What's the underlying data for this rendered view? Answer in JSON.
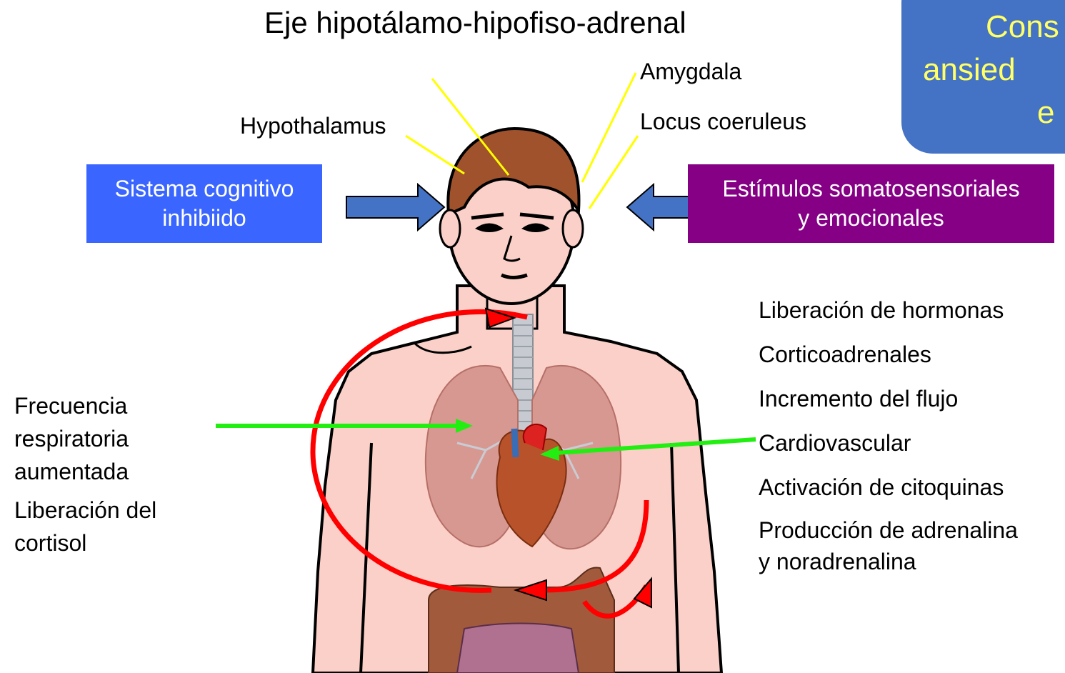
{
  "title": "Eje hipotálamo-hipofiso-adrenal",
  "labels": {
    "amygdala": "Amygdala",
    "locus": "Locus coeruleus",
    "hypothalamus": "Hypothalamus"
  },
  "boxes": {
    "left_line1": "Sistema cognitivo",
    "left_line2": "inhibiido",
    "right_line1": "Estímulos somatosensoriales",
    "right_line2": "y emocionales"
  },
  "callout": {
    "line1": "Cons",
    "line2": "ansied",
    "line3": "e"
  },
  "effects_right": [
    "Liberación de hormonas",
    "Corticoadrenales",
    "Incremento del flujo",
    "Cardiovascular",
    "Activación de citoquinas",
    "Producción de adrenalina",
    "y noradrenalina"
  ],
  "effects_left": {
    "line1": "Frecuencia",
    "line2": "respiratoria",
    "line3": "aumentada",
    "line4": "Liberación del",
    "line5": "cortisol"
  },
  "colors": {
    "left_box": "#3a66ff",
    "right_box": "#850085",
    "callout_bg": "#4472c4",
    "callout_text": "#ffff66",
    "pointer_lines": "#ffff00",
    "cycle_arrow": "#ff0000",
    "green_arrows": "#22ee11",
    "input_arrows": "#4472c4"
  }
}
